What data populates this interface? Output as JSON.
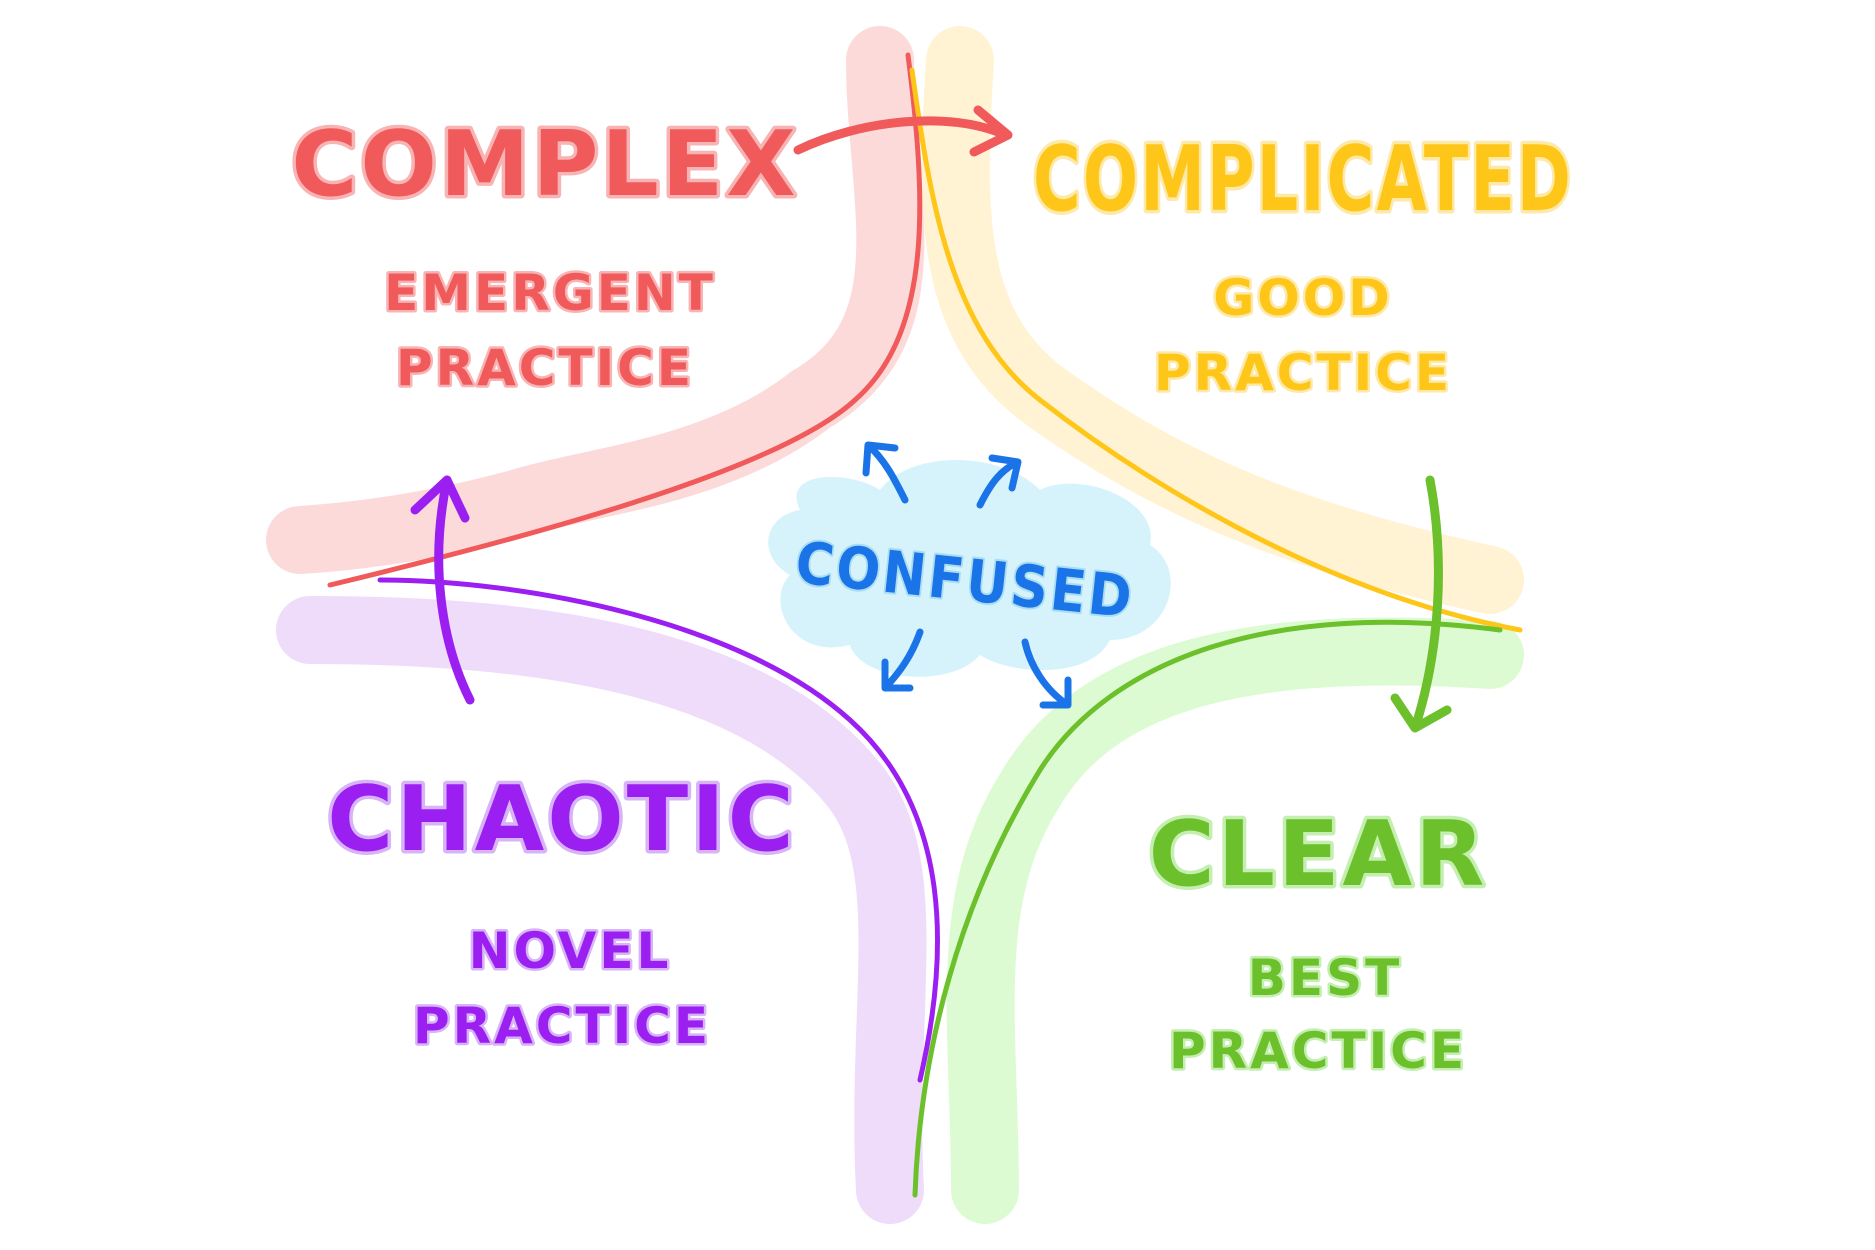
{
  "domains": {
    "complex": {
      "title": "COMPLEX",
      "line1": "EMERGENT",
      "line2": "PRACTICE",
      "color": "#F05A5A",
      "soft": "#FDDADA",
      "shadow": "#F8B4B4"
    },
    "complicated": {
      "title": "COMPLICATED",
      "line1": "GOOD",
      "line2": "PRACTICE",
      "color": "#FFC61A",
      "soft": "#FFF3D4",
      "shadow": "#FDE9A8"
    },
    "chaotic": {
      "title": "CHAOTIC",
      "line1": "NOVEL",
      "line2": "PRACTICE",
      "color": "#9B1FF0",
      "soft": "#EFDBFA",
      "shadow": "#D7B3F7"
    },
    "clear": {
      "title": "CLEAR",
      "line1": "BEST",
      "line2": "PRACTICE",
      "color": "#6CC02C",
      "soft": "#DDFBD2",
      "shadow": "#C4EFB0"
    }
  },
  "center": {
    "label": "CONFUSED",
    "color": "#1A74E8",
    "cloud": "#D6F3FC"
  },
  "icons": [
    "transition-arrow-icon"
  ]
}
